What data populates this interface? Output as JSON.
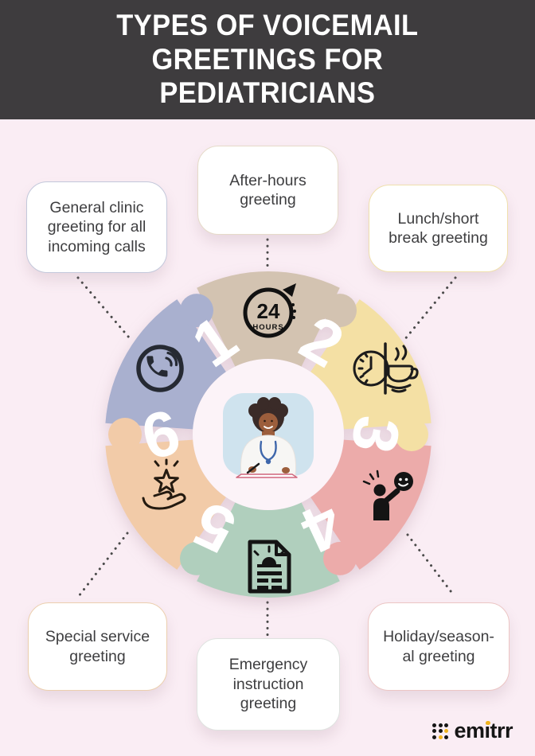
{
  "header": {
    "title": "TYPES OF VOICEMAIL\nGREETINGS FOR\nPEDIATRICIANS",
    "background_color": "#3e3c3e",
    "text_color": "#ffffff"
  },
  "background_color": "#faedf4",
  "wheel": {
    "center_illustration": "pediatrician writing at desk",
    "segments": [
      {
        "number": "1",
        "label": "After-hours greeting",
        "color": "#d3c3b1",
        "icon": "24-hours-icon",
        "icon_text": {
          "line1": "24",
          "line2": "HOURS"
        }
      },
      {
        "number": "2",
        "label": "Lunch/short break greeting",
        "color": "#f4e0a4",
        "icon": "clock-coffee-icon"
      },
      {
        "number": "3",
        "label": "Holiday/seasonal greeting",
        "color": "#ecabaa",
        "icon": "waving-person-icon"
      },
      {
        "number": "4",
        "label": "Emergency instruction greeting",
        "color": "#b0cfbd",
        "icon": "emergency-document-icon"
      },
      {
        "number": "5",
        "label": "Special service greeting",
        "color": "#f2cba8",
        "icon": "hand-star-icon"
      },
      {
        "number": "6",
        "label": "General clinic greeting for all incoming calls",
        "color": "#a9b0cf",
        "icon": "phone-rings-icon"
      }
    ]
  },
  "cards": [
    {
      "id": "after-hours",
      "label": "After-hours\ngreeting",
      "border_color": "#e6dbc9"
    },
    {
      "id": "general-clinic",
      "label": "General clinic\ngreeting for all\nincoming calls",
      "border_color": "#c3c8db"
    },
    {
      "id": "lunch-break",
      "label": "Lunch/short\nbreak greeting",
      "border_color": "#f0e0ac"
    },
    {
      "id": "special-service",
      "label": "Special service\ngreeting",
      "border_color": "#eccfae"
    },
    {
      "id": "emergency-instruction",
      "label": "Emergency\ninstruction\ngreeting",
      "border_color": "#dfe3e0"
    },
    {
      "id": "holiday-seasonal",
      "label": "Holiday/season-\nal greeting",
      "border_color": "#ecc6c4"
    }
  ],
  "footer": {
    "brand": "emitrr",
    "brand_color": "#151515",
    "accent_yellow": "#f0b41e"
  }
}
